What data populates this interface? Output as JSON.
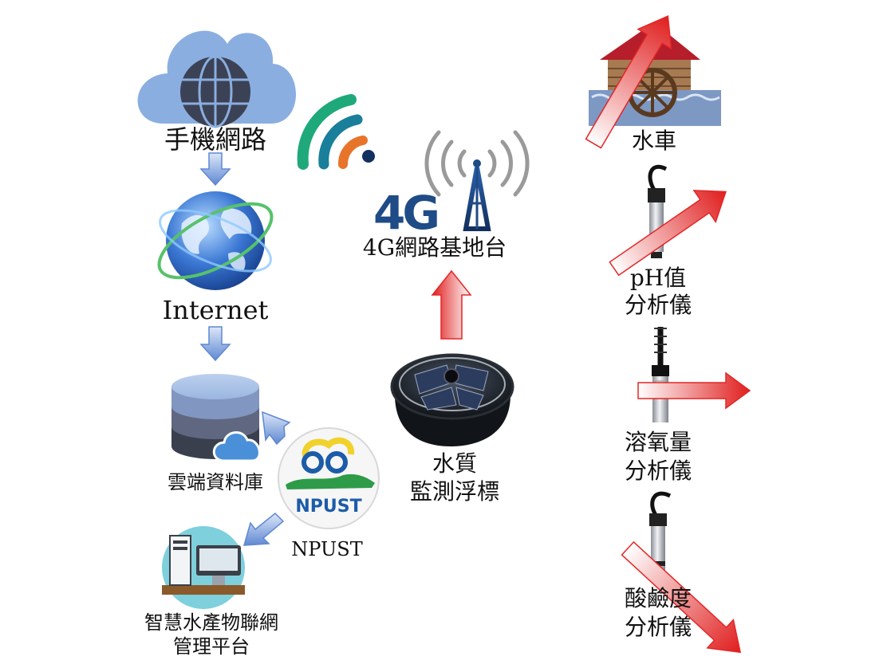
{
  "labels": {
    "mobile_network": "手機網路",
    "internet": "Internet",
    "cloud_db": "雲端資料庫",
    "npust": "NPUST",
    "platform_line1": "智慧水產物聯網",
    "platform_line2": "管理平台",
    "base_station": "4G網路基地台",
    "buoy_line1": "水質",
    "buoy_line2": "監測浮標",
    "waterwheel": "水車",
    "ph_line1": "pH值",
    "ph_line2": "分析儀",
    "do_line1": "溶氧量",
    "do_line2": "分析儀",
    "salinity_line1": "酸鹼度",
    "salinity_line2": "分析儀"
  },
  "icons": {
    "cloud": "cloud-globe-icon",
    "earth": "globe-icon",
    "database": "database-icon",
    "logo": "npust-logo",
    "computer": "computer-icon",
    "wifi": "wifi-signal-icon",
    "tower": "4g-tower-icon",
    "buoy": "buoy-icon",
    "waterwheel": "waterwheel-icon",
    "probe": "sensor-probe-icon"
  },
  "logo_text": {
    "g4": "4G",
    "npust": "NPUST"
  },
  "colors": {
    "blue_arrow": "#6f95d8",
    "red_arrow": "#e32626",
    "cloud": "#8aaee0",
    "wifi_green": "#1fa97a",
    "wifi_teal": "#1a7f9a",
    "wifi_orange": "#e8742a",
    "tower_blue": "#1f4b87"
  }
}
